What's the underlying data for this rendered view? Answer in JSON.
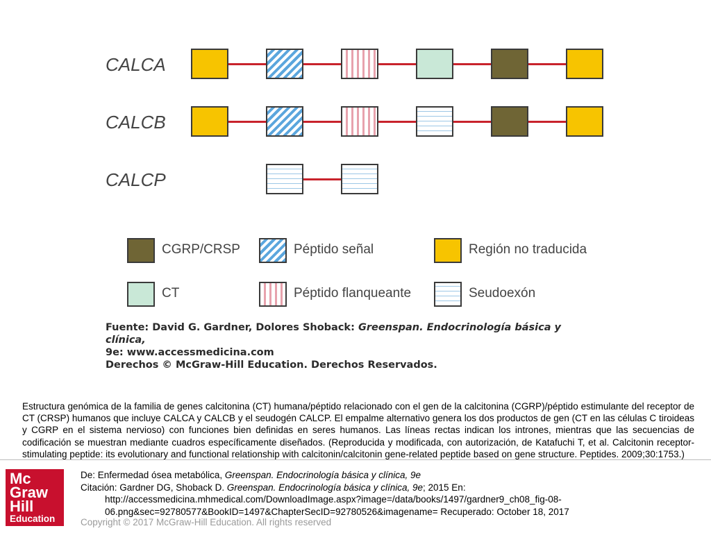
{
  "figure": {
    "genes": [
      {
        "name": "CALCA",
        "segments": [
          "region-no-traducida",
          "peptido-senal",
          "peptido-flanqueante",
          "ct",
          "cgrp-crsp",
          "region-no-traducida"
        ]
      },
      {
        "name": "CALCB",
        "segments": [
          "region-no-traducida",
          "peptido-senal",
          "peptido-flanqueante",
          "seudoexon",
          "cgrp-crsp",
          "region-no-traducida"
        ]
      },
      {
        "name": "CALCP",
        "segments": [
          "seudoexon",
          "seudoexon"
        ]
      }
    ],
    "legend": [
      {
        "label": "CGRP/CRSP",
        "type": "cgrp-crsp",
        "color": "#6f6535"
      },
      {
        "label": "Péptido señal",
        "type": "peptido-senal",
        "color": "#5ba6dd"
      },
      {
        "label": "Región no traducida",
        "type": "region-no-traducida",
        "color": "#f7c400"
      },
      {
        "label": "CT",
        "type": "ct",
        "color": "#c9e8d7"
      },
      {
        "label": "Péptido flanqueante",
        "type": "peptido-flanqueante",
        "color": "#e7a2ad"
      },
      {
        "label": "Seudoexón",
        "type": "seudoexon",
        "color": "#9dc7e6"
      }
    ],
    "source": {
      "line1_prefix": "Fuente: David G. Gardner, Dolores Shoback: ",
      "line1_title": "Greenspan. Endocrinología básica y clínica,",
      "line2": "9e: www.accessmedicina.com",
      "line3": "Derechos © McGraw-Hill Education. Derechos Reservados."
    },
    "intron_color": "#c8232c"
  },
  "caption": "Estructura genómica de la familia de genes calcitonina (CT) humana/péptido relacionado con el gen de la calcitonina (CGRP)/péptido estimulante del receptor de CT (CRSP) humanos que incluye CALCA y CALCB y el seudogén CALCP. El empalme alternativo genera los dos productos de gen (CT en las células C tiroideas y CGRP en el sistema nervioso) con funciones bien definidas en seres humanos. Las líneas rectas indican los intrones, mientras que las secuencias de codificación se muestran mediante cuadros específicamente diseñados. (Reproducida y modificada, con autorización, de Katafuchi T, et al. Calcitonin receptor-stimulating peptide: its evolutionary and functional relationship with calcitonin/calcitonin gene-related peptide based on gene structure. Peptides. 2009;30:1753.)",
  "logo": {
    "line1": "Mc",
    "line2": "Graw",
    "line3": "Hill",
    "line4": "Education",
    "color": "#c8102e"
  },
  "citation": {
    "de_prefix": "De: ",
    "de_title": "Enfermedad ósea metabólica, ",
    "de_book": "Greenspan. Endocrinología básica y clínica, 9e",
    "cit_prefix": "Citación: Gardner DG, Shoback D. ",
    "cit_book": "Greenspan. Endocrinología básica y clínica, 9e",
    "cit_suffix": "; 2015 En:",
    "url1": "http://accessmedicina.mhmedical.com/DownloadImage.aspx?image=/data/books/1497/gardner9_ch08_fig-08-",
    "url2": "06.png&sec=92780577&BookID=1497&ChapterSecID=92780526&imagename= Recuperado: October 18, 2017"
  },
  "copyright": "Copyright © 2017 McGraw-Hill Education. All rights reserved"
}
